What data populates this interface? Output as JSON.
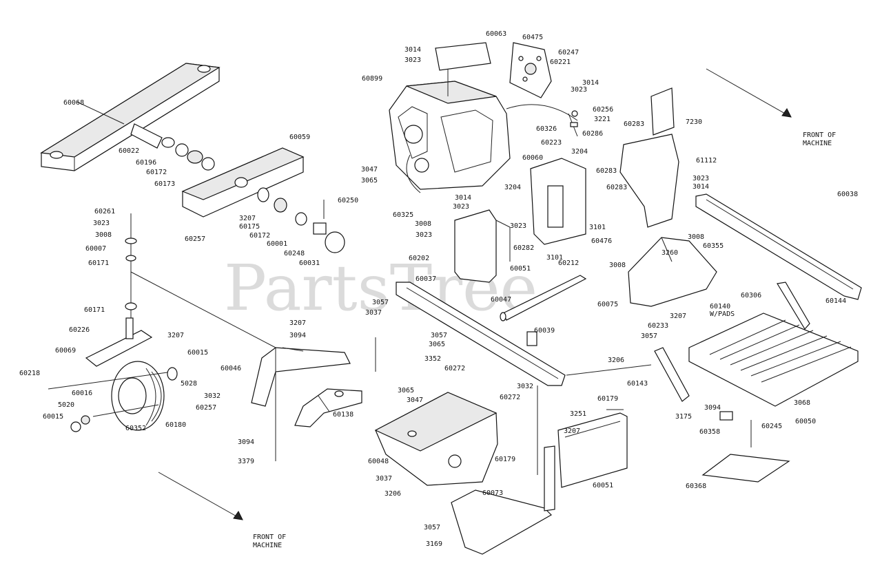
{
  "watermark": "PartsTree",
  "direction_notes": {
    "top_right_line1": "FRONT OF",
    "top_right_line2": "MACHINE",
    "bottom_left_line1": "FRONT OF",
    "bottom_left_line2": "MACHINE"
  },
  "callouts": [
    {
      "id": "60068",
      "text": "60068"
    },
    {
      "id": "60022",
      "text": "60022"
    },
    {
      "id": "60196",
      "text": "60196"
    },
    {
      "id": "60172a",
      "text": "60172"
    },
    {
      "id": "60173",
      "text": "60173"
    },
    {
      "id": "60059",
      "text": "60059"
    },
    {
      "id": "60250",
      "text": "60250"
    },
    {
      "id": "3207a",
      "text": "3207"
    },
    {
      "id": "60175",
      "text": "60175"
    },
    {
      "id": "60172b",
      "text": "60172"
    },
    {
      "id": "60001",
      "text": "60001"
    },
    {
      "id": "60248",
      "text": "60248"
    },
    {
      "id": "60031",
      "text": "60031"
    },
    {
      "id": "60257a",
      "text": "60257"
    },
    {
      "id": "60261",
      "text": "60261"
    },
    {
      "id": "3023a",
      "text": "3023"
    },
    {
      "id": "3008a",
      "text": "3008"
    },
    {
      "id": "60007",
      "text": "60007"
    },
    {
      "id": "60171a",
      "text": "60171"
    },
    {
      "id": "60171b",
      "text": "60171"
    },
    {
      "id": "60226",
      "text": "60226"
    },
    {
      "id": "3207b",
      "text": "3207"
    },
    {
      "id": "60069",
      "text": "60069"
    },
    {
      "id": "60015a",
      "text": "60015"
    },
    {
      "id": "5028",
      "text": "5028"
    },
    {
      "id": "60218",
      "text": "60218"
    },
    {
      "id": "60016",
      "text": "60016"
    },
    {
      "id": "5020",
      "text": "5020"
    },
    {
      "id": "60015b",
      "text": "60015"
    },
    {
      "id": "60352",
      "text": "60352"
    },
    {
      "id": "60180",
      "text": "60180"
    },
    {
      "id": "3207c",
      "text": "3207"
    },
    {
      "id": "3094a",
      "text": "3094"
    },
    {
      "id": "60046",
      "text": "60046"
    },
    {
      "id": "3032a",
      "text": "3032"
    },
    {
      "id": "60257b",
      "text": "60257"
    },
    {
      "id": "60138",
      "text": "60138"
    },
    {
      "id": "3094b",
      "text": "3094"
    },
    {
      "id": "3379",
      "text": "3379"
    },
    {
      "id": "3014a",
      "text": "3014"
    },
    {
      "id": "3023b",
      "text": "3023"
    },
    {
      "id": "60063",
      "text": "60063"
    },
    {
      "id": "60475",
      "text": "60475"
    },
    {
      "id": "60247",
      "text": "60247"
    },
    {
      "id": "60221",
      "text": "60221"
    },
    {
      "id": "60899",
      "text": "60899"
    },
    {
      "id": "3014b",
      "text": "3014"
    },
    {
      "id": "3023c",
      "text": "3023"
    },
    {
      "id": "60256",
      "text": "60256"
    },
    {
      "id": "3221",
      "text": "3221"
    },
    {
      "id": "60326",
      "text": "60326"
    },
    {
      "id": "60223",
      "text": "60223"
    },
    {
      "id": "60286",
      "text": "60286"
    },
    {
      "id": "60283a",
      "text": "60283"
    },
    {
      "id": "7230",
      "text": "7230"
    },
    {
      "id": "3047a",
      "text": "3047"
    },
    {
      "id": "3065a",
      "text": "3065"
    },
    {
      "id": "60060",
      "text": "60060"
    },
    {
      "id": "3204a",
      "text": "3204"
    },
    {
      "id": "60283b",
      "text": "60283"
    },
    {
      "id": "61112",
      "text": "61112"
    },
    {
      "id": "3204b",
      "text": "3204"
    },
    {
      "id": "60283c",
      "text": "60283"
    },
    {
      "id": "3023d",
      "text": "3023"
    },
    {
      "id": "3014c",
      "text": "3014"
    },
    {
      "id": "60038",
      "text": "60038"
    },
    {
      "id": "3014d",
      "text": "3014"
    },
    {
      "id": "3023e",
      "text": "3023"
    },
    {
      "id": "60325",
      "text": "60325"
    },
    {
      "id": "3008b",
      "text": "3008"
    },
    {
      "id": "3023f",
      "text": "3023"
    },
    {
      "id": "3023g",
      "text": "3023"
    },
    {
      "id": "60282",
      "text": "60282"
    },
    {
      "id": "3101a",
      "text": "3101"
    },
    {
      "id": "60476",
      "text": "60476"
    },
    {
      "id": "3008c",
      "text": "3008"
    },
    {
      "id": "60202",
      "text": "60202"
    },
    {
      "id": "3101b",
      "text": "3101"
    },
    {
      "id": "60212",
      "text": "60212"
    },
    {
      "id": "60051a",
      "text": "60051"
    },
    {
      "id": "3260",
      "text": "3260"
    },
    {
      "id": "60355",
      "text": "60355"
    },
    {
      "id": "3008d",
      "text": "3008"
    },
    {
      "id": "60075",
      "text": "60075"
    },
    {
      "id": "60037",
      "text": "60037"
    },
    {
      "id": "60047",
      "text": "60047"
    },
    {
      "id": "3057a",
      "text": "3057"
    },
    {
      "id": "3037a",
      "text": "3037"
    },
    {
      "id": "60306",
      "text": "60306"
    },
    {
      "id": "60144",
      "text": "60144"
    },
    {
      "id": "60140",
      "text": "60140"
    },
    {
      "id": "wpads",
      "text": "W/PADS"
    },
    {
      "id": "3207d",
      "text": "3207"
    },
    {
      "id": "60233",
      "text": "60233"
    },
    {
      "id": "3057b",
      "text": "3057"
    },
    {
      "id": "3065b",
      "text": "3065"
    },
    {
      "id": "60039",
      "text": "60039"
    },
    {
      "id": "3352",
      "text": "3352"
    },
    {
      "id": "60272a",
      "text": "60272"
    },
    {
      "id": "3032b",
      "text": "3032"
    },
    {
      "id": "60272b",
      "text": "60272"
    },
    {
      "id": "3057c",
      "text": "3057"
    },
    {
      "id": "3206a",
      "text": "3206"
    },
    {
      "id": "60143",
      "text": "60143"
    },
    {
      "id": "3094c",
      "text": "3094"
    },
    {
      "id": "3065c",
      "text": "3065"
    },
    {
      "id": "3047b",
      "text": "3047"
    },
    {
      "id": "3251",
      "text": "3251"
    },
    {
      "id": "60179a",
      "text": "60179"
    },
    {
      "id": "3175",
      "text": "3175"
    },
    {
      "id": "3068",
      "text": "3068"
    },
    {
      "id": "60358",
      "text": "60358"
    },
    {
      "id": "60245",
      "text": "60245"
    },
    {
      "id": "60050",
      "text": "60050"
    },
    {
      "id": "60048",
      "text": "60048"
    },
    {
      "id": "3207e",
      "text": "3207"
    },
    {
      "id": "60179b",
      "text": "60179"
    },
    {
      "id": "3037b",
      "text": "3037"
    },
    {
      "id": "60051b",
      "text": "60051"
    },
    {
      "id": "3206b",
      "text": "3206"
    },
    {
      "id": "60073",
      "text": "60073"
    },
    {
      "id": "60368",
      "text": "60368"
    },
    {
      "id": "3057d",
      "text": "3057"
    },
    {
      "id": "3169",
      "text": "3169"
    }
  ]
}
